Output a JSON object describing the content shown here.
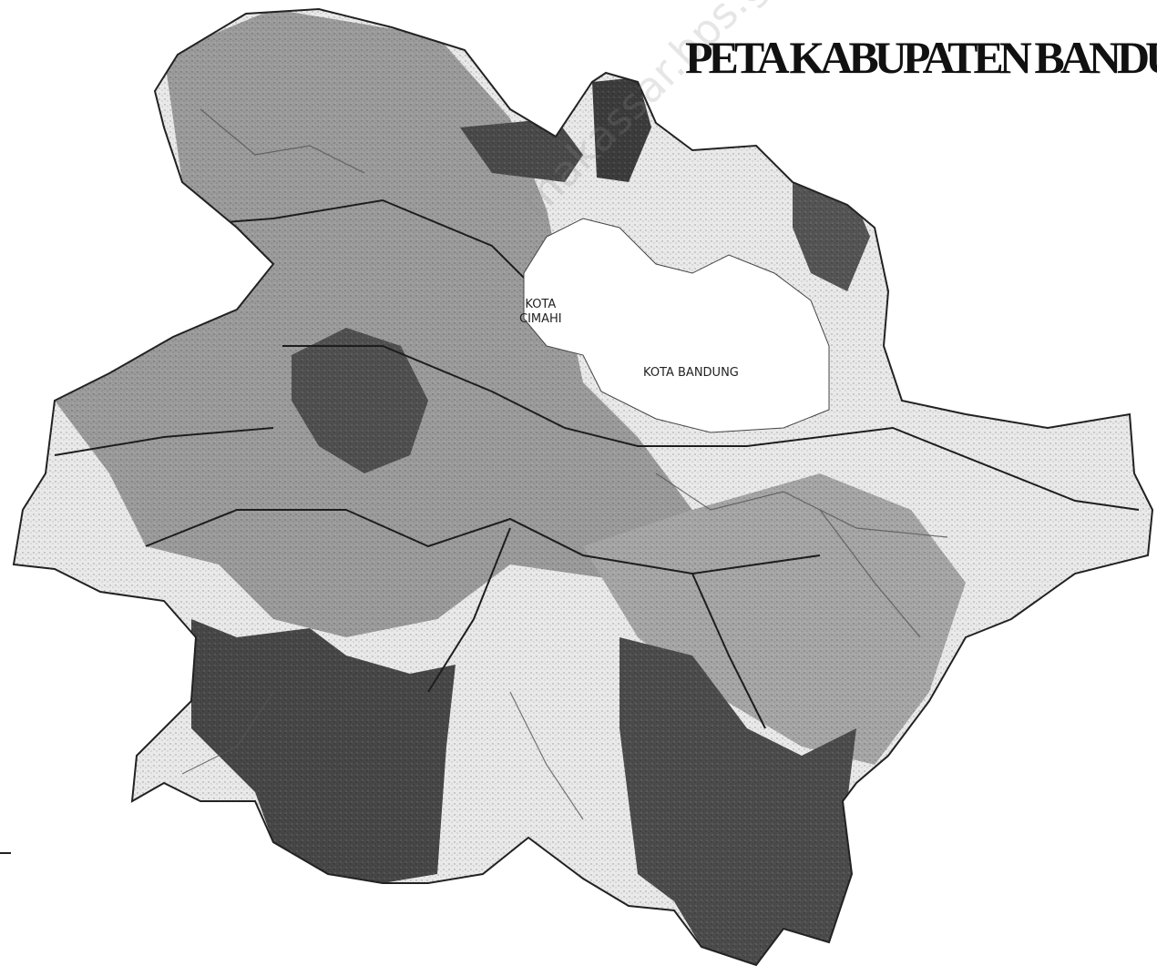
{
  "map": {
    "title": "PETA KABUPATEN BANDU",
    "labels": {
      "kota_cimahi_line1": "KOTA",
      "kota_cimahi_line2": "CIMAHI",
      "kota_bandung": "KOTA BANDUNG"
    },
    "watermark": "makassar.bps.go.id",
    "colors": {
      "background": "#ffffff",
      "light_region": "#e9e9e9",
      "medium_region": "#9b9b9b",
      "dark_region": "#4a4a4a",
      "roads": "#1e1e1e",
      "rivers": "#555555"
    }
  }
}
